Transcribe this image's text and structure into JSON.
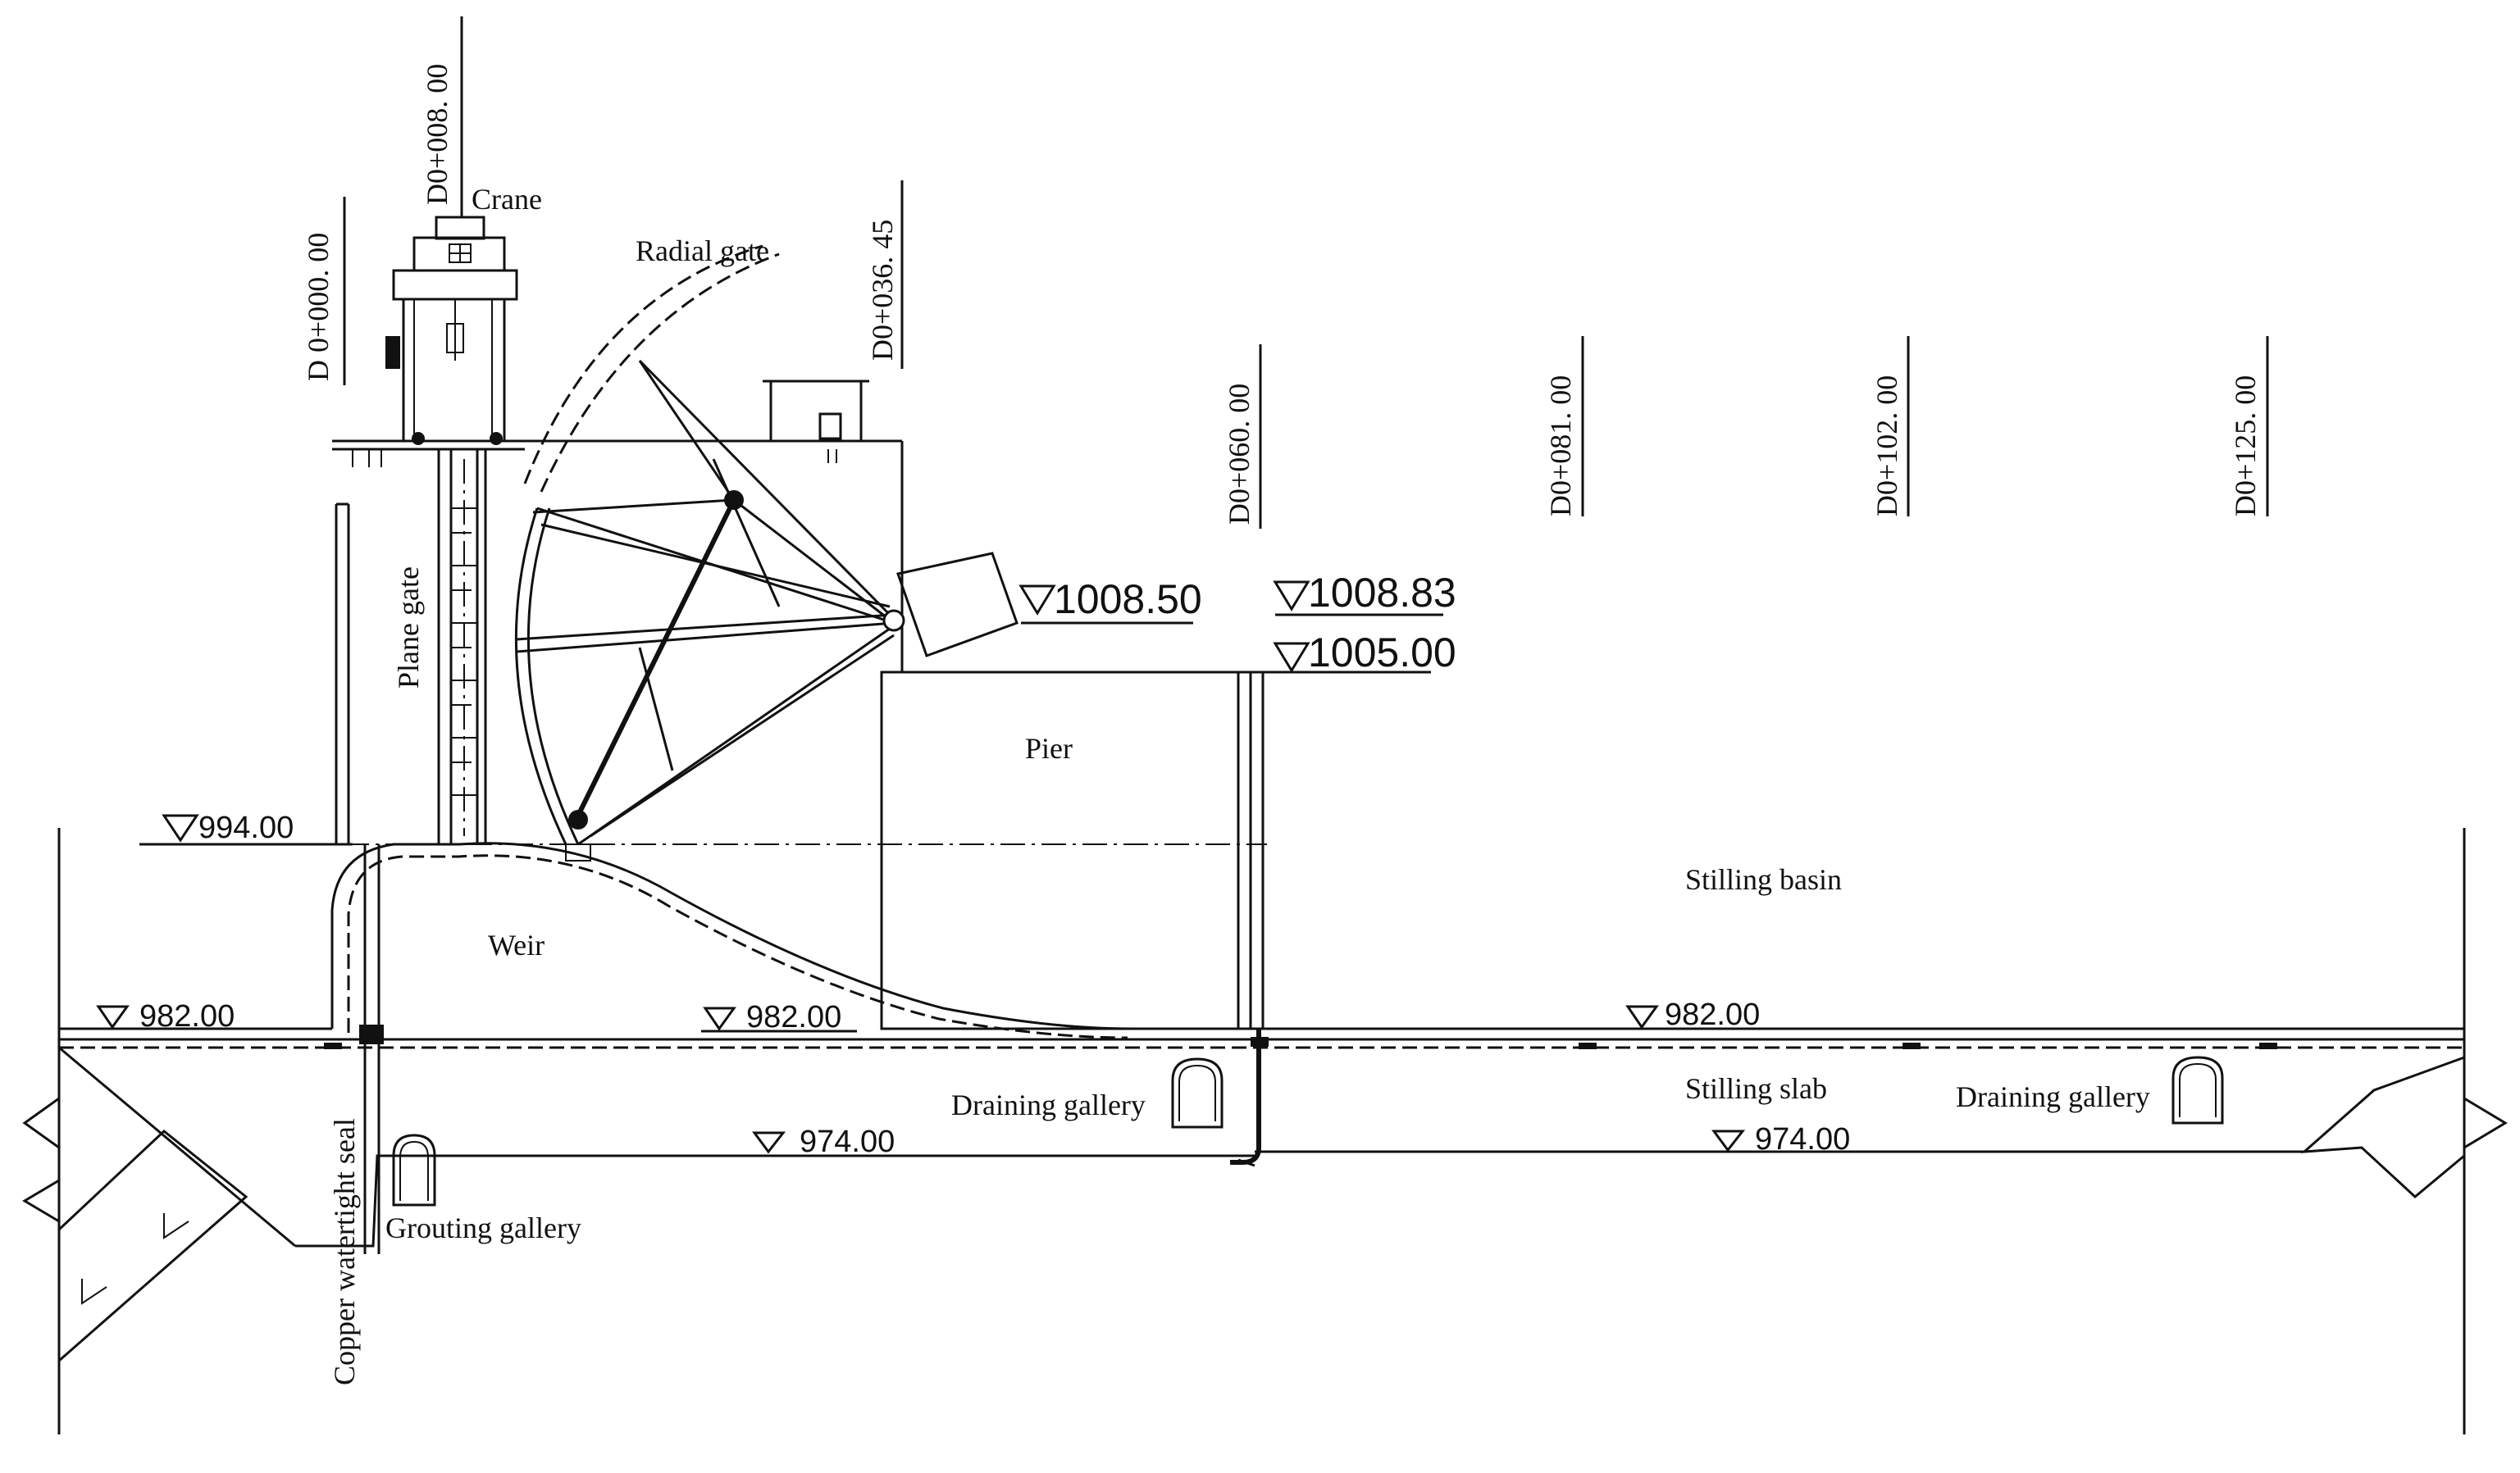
{
  "labels": {
    "crane": "Crane",
    "radial_gate": "Radial gate",
    "plane_gate": "Plane gate",
    "pier": "Pier",
    "weir": "Weir",
    "stilling_basin": "Stilling basin",
    "stilling_slab": "Stilling slab",
    "draining_gallery_left": "Draining gallery",
    "draining_gallery_right": "Draining gallery",
    "grouting_gallery": "Grouting gallery",
    "copper_seal": "Copper watertight seal"
  },
  "stations": {
    "s000": "D 0+000. 00",
    "s008": "D0+008. 00",
    "s036": "D0+036. 45",
    "s060": "D0+060. 00",
    "s081": "D0+081. 00",
    "s102": "D0+102. 00",
    "s125": "D0+125. 00"
  },
  "elevations": {
    "e1008_50": "1008.50",
    "e1008_83": "1008.83",
    "e1005_00": "1005.00",
    "e994_00": "994.00",
    "e982_left": "982.00",
    "e982_mid": "982.00",
    "e982_right": "982.00",
    "e974_left": "974.00",
    "e974_right": "974.00"
  },
  "colors": {
    "line": "#111111",
    "background": "#ffffff"
  }
}
